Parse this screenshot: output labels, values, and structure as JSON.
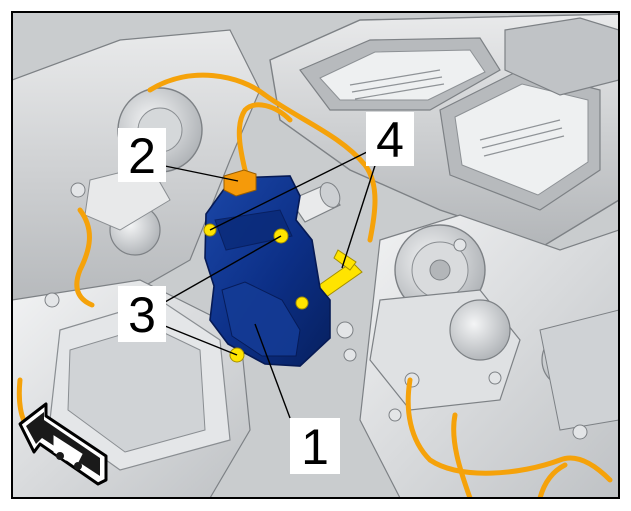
{
  "figure": {
    "callouts": [
      {
        "id": "1",
        "label": "1"
      },
      {
        "id": "2",
        "label": "2"
      },
      {
        "id": "3",
        "label": "3"
      },
      {
        "id": "4",
        "label": "4"
      }
    ],
    "colors": {
      "actuator": "#0c2f86",
      "actuator_edge": "#061a55",
      "harness": "#f5a20a",
      "fastener": "#ffe400",
      "connector": "#f59a0a",
      "housing": "#d8dadc",
      "housing_dark": "#a7abaf",
      "frame": "#000000"
    },
    "icons": [
      "vehicle-front-arrow-icon"
    ]
  }
}
